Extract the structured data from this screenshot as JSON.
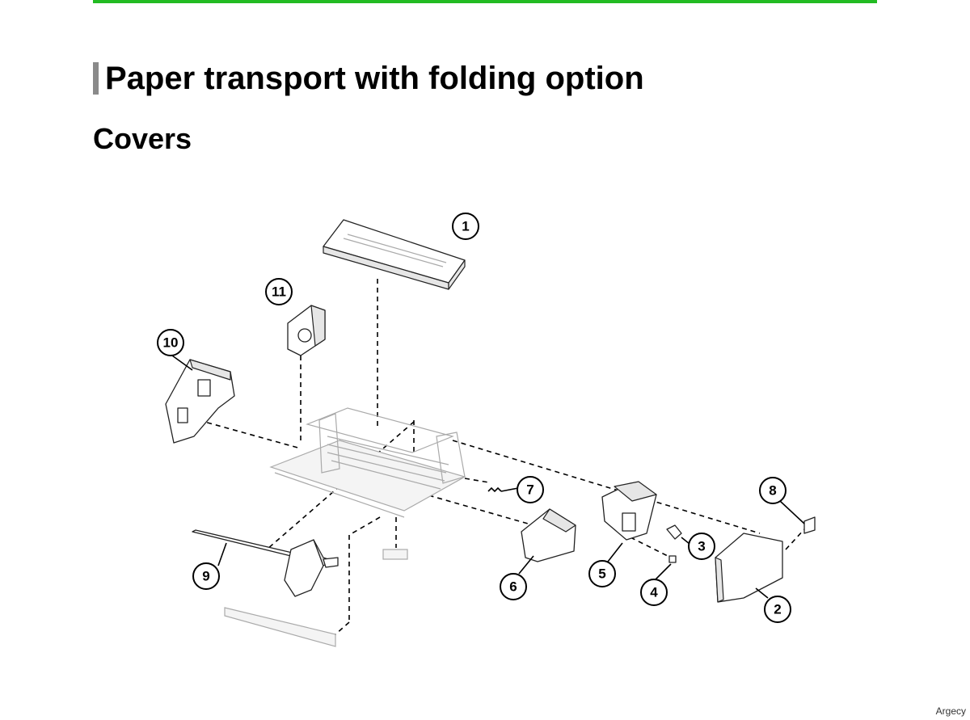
{
  "header": {
    "title": "Paper transport with folding option",
    "section": "Covers"
  },
  "accent_color": "#22bb22",
  "diagram": {
    "callouts": [
      "1",
      "2",
      "3",
      "4",
      "5",
      "6",
      "7",
      "8",
      "9",
      "10",
      "11"
    ]
  },
  "footer": {
    "brand": "Argecy"
  }
}
